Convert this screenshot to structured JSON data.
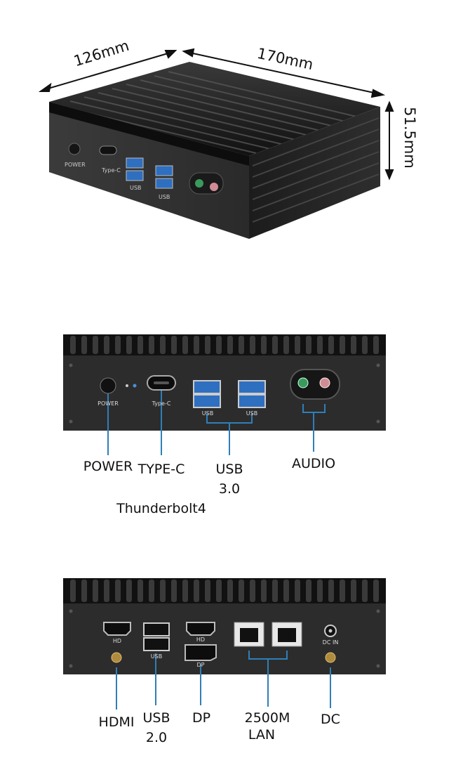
{
  "dimensions": {
    "width": "126mm",
    "length": "170mm",
    "height": "51.5mm"
  },
  "device_panel_labels": {
    "power": "POWER",
    "typec": "Type-C",
    "usb": "USB",
    "hd": "HD",
    "dp": "DP",
    "dcin": "DC IN"
  },
  "front_callouts": {
    "power": "POWER",
    "typec": "TYPE-C",
    "usb_line1": "USB",
    "usb_line2": "3.0",
    "audio": "AUDIO",
    "thunderbolt": "Thunderbolt4"
  },
  "rear_callouts": {
    "hdmi": "HDMI",
    "usb_line1": "USB",
    "usb_line2": "2.0",
    "dp": "DP",
    "lan_line1": "2500M",
    "lan_line2": "LAN",
    "dc": "DC"
  },
  "colors": {
    "callout_line": "#2f7fb8",
    "chassis": "#2a2a2a",
    "usb_blue": "#2f6fc0",
    "audio_green": "#3a9a5a",
    "audio_pink": "#d08c94"
  }
}
